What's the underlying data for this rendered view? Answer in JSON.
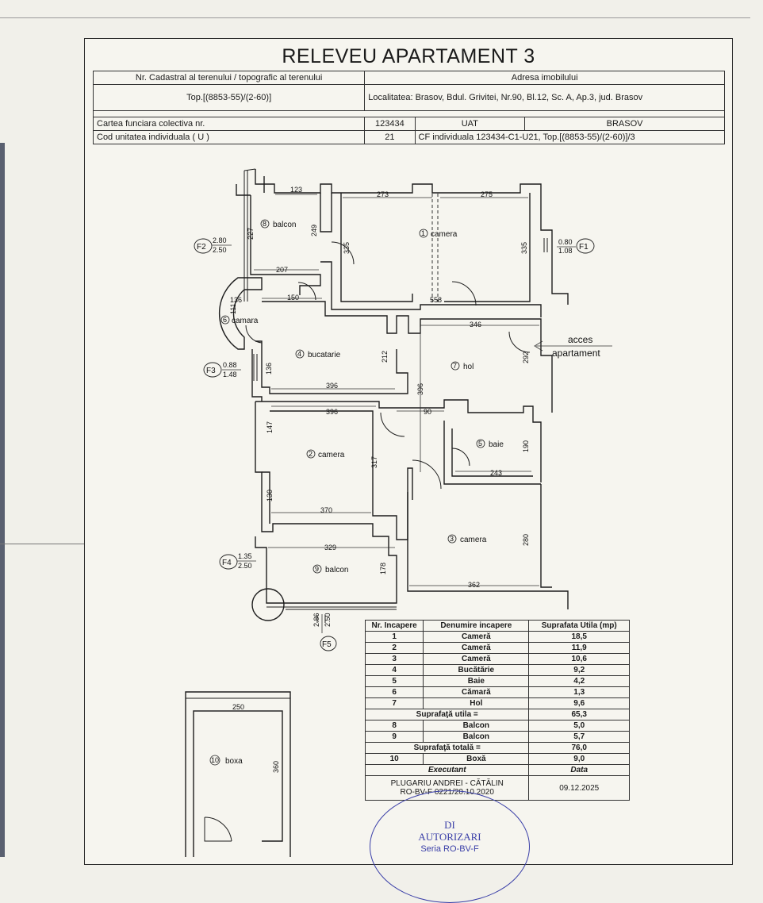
{
  "document": {
    "title": "RELEVEU APARTAMENT 3"
  },
  "header": {
    "nr_cadastral_label": "Nr. Cadastral al terenului / topografic al terenului",
    "adresa_label": "Adresa imobilului",
    "top_value": "Top.[(8853-55)/(2-60)]",
    "adresa_value": "Localitatea: Brasov, Bdul. Grivitei, Nr.90, Bl.12, Sc. A, Ap.3, jud. Brasov",
    "carte_label": "Cartea funciara colectiva nr.",
    "carte_value": "123434",
    "uat_label": "UAT",
    "uat_value": "BRASOV",
    "cod_label": "Cod unitatea individuala ( U )",
    "cod_value": "21",
    "cf_value": "CF individuala 123434-C1-U21, Top.[(8853-55)/(2-60)]/3"
  },
  "plan": {
    "rooms": {
      "r1": "camera",
      "r2": "camera",
      "r3": "camera",
      "r4": "bucatarie",
      "r5": "baie",
      "r6": "camara",
      "r7": "hol",
      "r8": "balcon",
      "r9": "balcon",
      "r10": "boxa"
    },
    "room_numbers": {
      "r1": "1",
      "r2": "2",
      "r3": "3",
      "r4": "4",
      "r5": "5",
      "r6": "6",
      "r7": "7",
      "r8": "8",
      "r9": "9",
      "r10": "10"
    },
    "dims": {
      "d123": "123",
      "d273": "273",
      "d275": "275",
      "d227": "227",
      "d249": "249",
      "d335a": "335",
      "d335b": "335",
      "d207": "207",
      "d150": "150",
      "d136a": "136",
      "d111": "111",
      "d558": "558",
      "d346": "346",
      "d212": "212",
      "d136b": "136",
      "d396a": "396",
      "d396b": "396",
      "d396c": "396",
      "d292": "292",
      "d90": "90",
      "d147": "147",
      "d317": "317",
      "d190": "190",
      "d243": "243",
      "d130": "130",
      "d370": "370",
      "d280": "280",
      "d329": "329",
      "d178": "178",
      "d362": "362",
      "d250": "250",
      "d360": "360"
    },
    "windows": {
      "f1": {
        "label": "F1",
        "top": "0.80",
        "bottom": "1.08"
      },
      "f2": {
        "label": "F2",
        "top": "2.80",
        "bottom": "2.50"
      },
      "f3": {
        "label": "F3",
        "top": "0.88",
        "bottom": "1.48"
      },
      "f4": {
        "label": "F4",
        "top": "1.35",
        "bottom": "2.50"
      },
      "f5": {
        "label": "F5",
        "top": "2.86",
        "bottom": "2.50"
      }
    },
    "access_line1": "acces",
    "access_line2": "apartament"
  },
  "rooms_table": {
    "headers": [
      "Nr. Incapere",
      "Denumire incapere",
      "Suprafata Utila (mp)"
    ],
    "rows": [
      [
        "1",
        "Cameră",
        "18,5"
      ],
      [
        "2",
        "Cameră",
        "11,9"
      ],
      [
        "3",
        "Cameră",
        "10,6"
      ],
      [
        "4",
        "Bucătărie",
        "9,2"
      ],
      [
        "5",
        "Baie",
        "4,2"
      ],
      [
        "6",
        "Cămară",
        "1,3"
      ],
      [
        "7",
        "Hol",
        "9,6"
      ]
    ],
    "usable_label": "Suprafaţă utila  =",
    "usable_value": "65,3",
    "balcony_rows": [
      [
        "8",
        "Balcon",
        "5,0"
      ],
      [
        "9",
        "Balcon",
        "5,7"
      ]
    ],
    "total_label": "Suprafaţă totală  =",
    "total_value": "76,0",
    "storage_row": [
      "10",
      "Boxă",
      "9,0"
    ],
    "executant_label": "Executant",
    "data_label": "Data",
    "executant_name": "PLUGARIU ANDREI - CĂTĂLIN",
    "executant_code": "RO-BV-F 0221/20.10.2020",
    "date_value": "09.12.2025"
  },
  "stamp": {
    "line1": "DI",
    "line2": "AUTORIZARI",
    "line3": "Seria RO-BV-F"
  }
}
